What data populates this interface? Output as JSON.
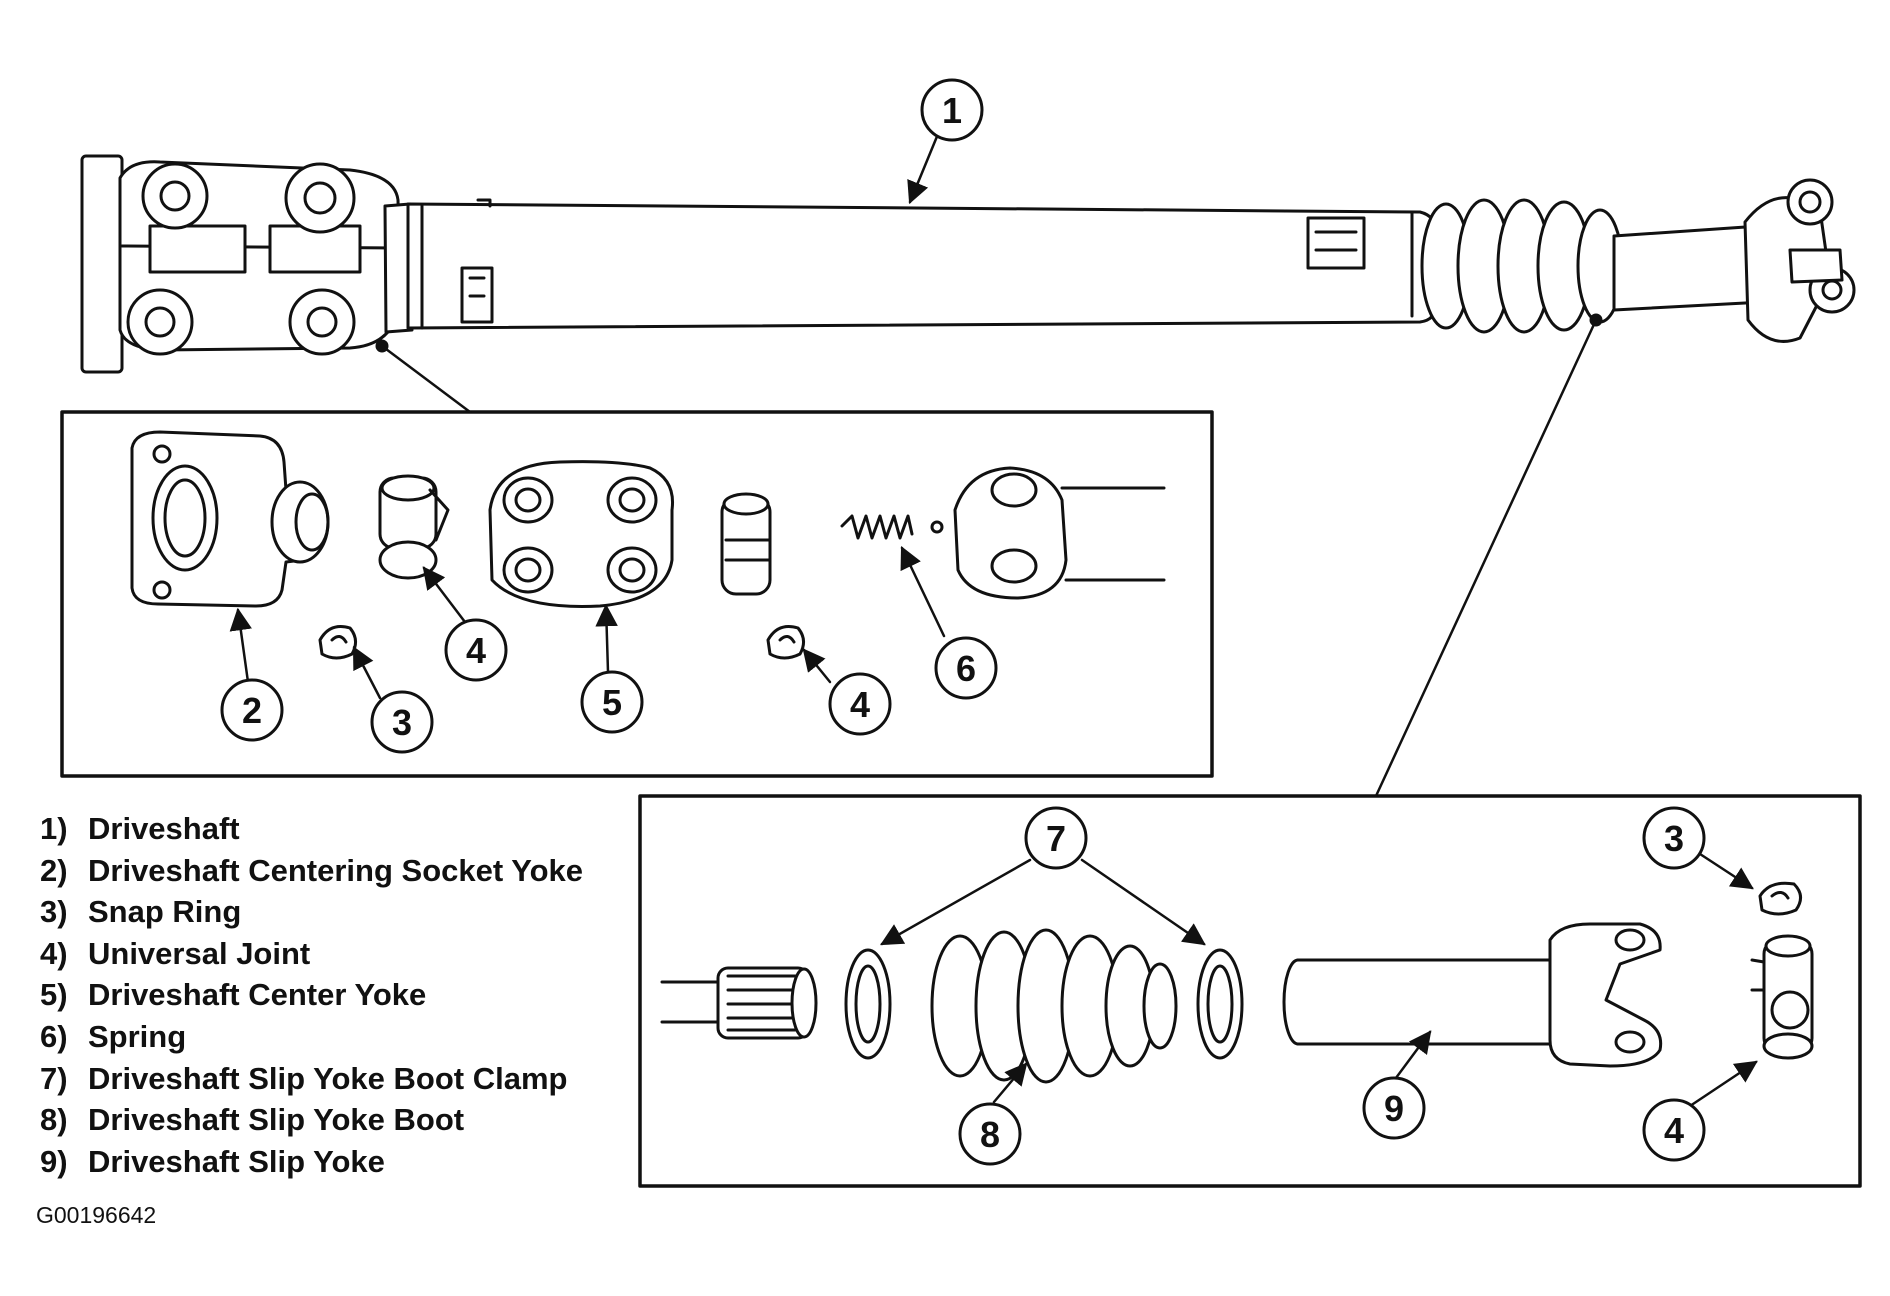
{
  "diagram": {
    "callouts": {
      "c1": "1",
      "c2": "2",
      "c3a": "3",
      "c4a": "4",
      "c5": "5",
      "c4b": "4",
      "c6": "6",
      "c7": "7",
      "c8": "8",
      "c9": "9",
      "c3b": "3",
      "c4c": "4"
    },
    "legend": [
      {
        "num": "1)",
        "label": "Driveshaft"
      },
      {
        "num": "2)",
        "label": "Driveshaft Centering Socket Yoke"
      },
      {
        "num": "3)",
        "label": "Snap Ring"
      },
      {
        "num": "4)",
        "label": "Universal Joint"
      },
      {
        "num": "5)",
        "label": "Driveshaft Center Yoke"
      },
      {
        "num": "6)",
        "label": "Spring"
      },
      {
        "num": "7)",
        "label": "Driveshaft Slip Yoke Boot Clamp"
      },
      {
        "num": "8)",
        "label": "Driveshaft Slip Yoke Boot"
      },
      {
        "num": "9)",
        "label": "Driveshaft Slip Yoke"
      }
    ],
    "figure_id": "G00196642"
  }
}
